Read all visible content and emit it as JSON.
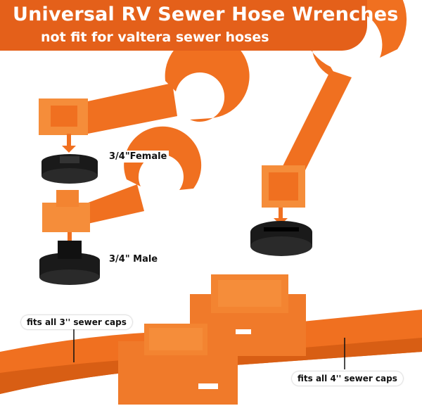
{
  "banner": {
    "title": "Universal RV Sewer Hose Wrenches",
    "subtitle": "not fit for valtera sewer hoses"
  },
  "labels": {
    "female": "3/4\"Female",
    "male": "3/4\" Male",
    "fits_3": "fits all 3'' sewer caps",
    "fits_4": "fits all 4'' sewer caps"
  },
  "colors": {
    "brand_orange": "#e4601a",
    "wrench_orange": "#f07020",
    "cap_black": "#1a1a1a"
  }
}
